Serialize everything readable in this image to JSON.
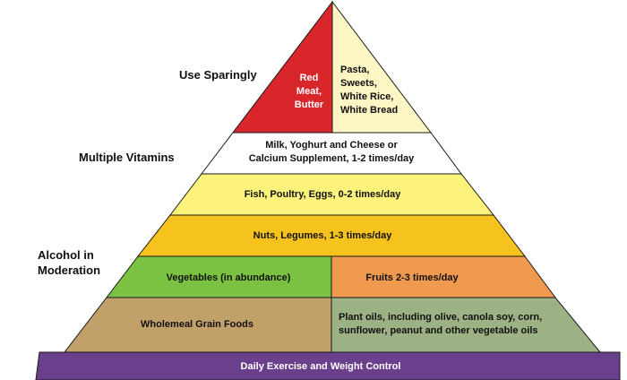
{
  "side_labels": {
    "use_sparingly": "Use Sparingly",
    "multiple_vitamins": "Multiple Vitamins",
    "alcohol": "Alcohol in\nModeration"
  },
  "tiers": {
    "red_meat": "Red\nMeat,\nButter",
    "pasta": "Pasta,\nSweets,\nWhite Rice,\n White Bread",
    "milk": "Milk, Yoghurt and Cheese or\nCalcium Supplement, 1-2 times/day",
    "fish": "Fish, Poultry, Eggs, 0-2 times/day",
    "nuts": "Nuts, Legumes, 1-3 times/day",
    "vegetables": "Vegetables (in abundance)",
    "fruits": "Fruits 2-3 times/day",
    "wholemeal": "Wholemeal Grain Foods",
    "oils": "Plant oils, including olive, canola soy, corn,\nsunflower, peanut and other vegetable oils",
    "exercise": "Daily Exercise and Weight Control"
  },
  "colors": {
    "red": "#d8262a",
    "pale_yellow": "#fcf6c5",
    "white": "#ffffff",
    "yellow": "#fdf27c",
    "amber": "#f6c21d",
    "green": "#7cc242",
    "orange": "#ef9a4f",
    "tan": "#c2a06a",
    "sage": "#9cb184",
    "purple": "#6a3f8b",
    "outline": "#1a1a1a"
  }
}
